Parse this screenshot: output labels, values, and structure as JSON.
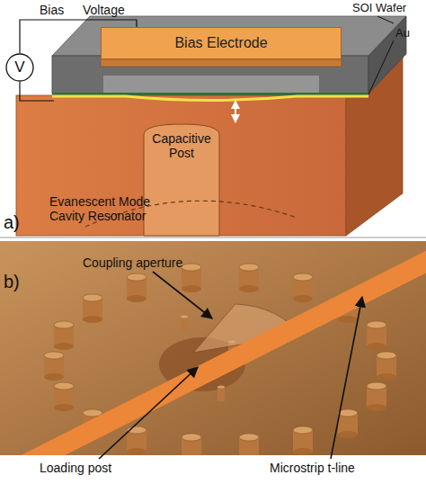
{
  "diagram": {
    "nodes": [
      {
        "text": [
          "Bias Electrode"
        ]
      },
      {
        "text": [
          "V"
        ]
      }
    ],
    "edges": [
      {
        "from": 1,
        "to": 0,
        "arrow": "none"
      }
    ],
    "labels": [
      "Bias",
      "Voltage",
      "SOI Wafer",
      "Au",
      "Capacitive Post",
      "Evanescent Mode Cavity Resonator",
      "a)",
      "Coupling aperture",
      "Loading post",
      "Microstrip t-line",
      "b)"
    ]
  }
}
